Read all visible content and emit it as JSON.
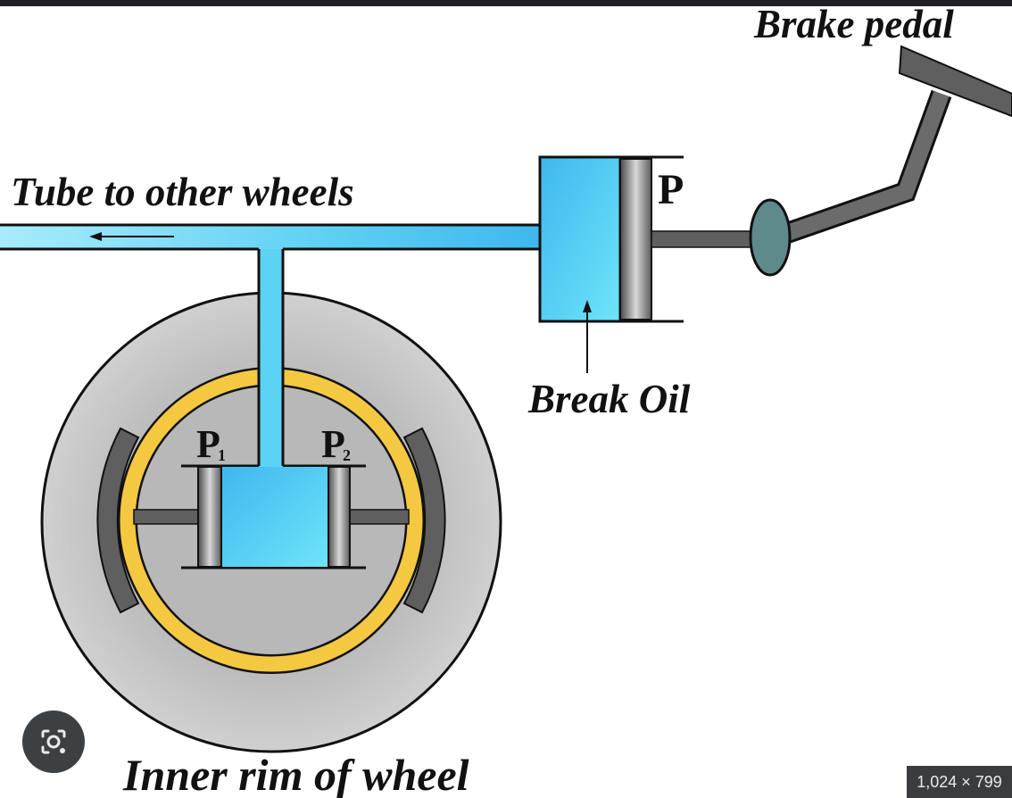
{
  "labels": {
    "brake_pedal": "Brake pedal",
    "tube": "Tube to other wheels",
    "break_oil": "Break Oil",
    "inner_rim": "Inner rim of wheel",
    "piston_master": "P",
    "piston_1": "P",
    "piston_1_sub": "1",
    "piston_2": "P",
    "piston_2_sub": "2"
  },
  "overlay": {
    "dimensions": "1,024 × 799",
    "lens_icon": "lens-search-icon"
  },
  "colors": {
    "oil": "#5cd3f4",
    "ring": "#f5c842",
    "wheel": "#c4c4c4",
    "shoe": "#5a5a5a",
    "knob": "#5e8a8c"
  }
}
